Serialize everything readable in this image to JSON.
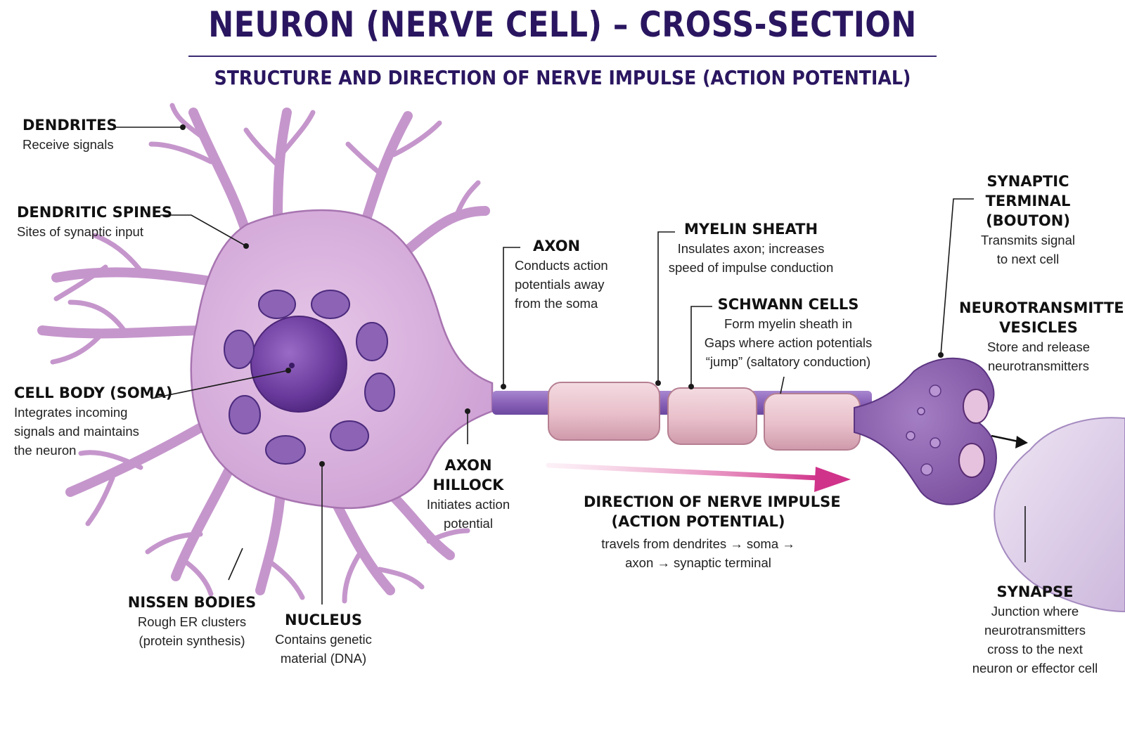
{
  "header": {
    "title": "NEURON (NERVE CELL) – CROSS-SECTION",
    "subtitle": "STRUCTURE AND DIRECTION OF NERVE IMPULSE (ACTION POTENTIAL)"
  },
  "labels": {
    "dendrites": {
      "title": "DENDRITES",
      "desc": [
        "Receive signals"
      ]
    },
    "dendritic_spines": {
      "title": "DENDRITIC SPINES",
      "desc": [
        "Sites of synaptic input"
      ]
    },
    "cell_body": {
      "title": "CELL BODY (SOMA)",
      "desc": [
        "Integrates incoming",
        "signals and maintains",
        "the neuron"
      ]
    },
    "nissl_bodies": {
      "title": "NISSEN BODIES",
      "desc": [
        "Rough ER clusters",
        "(protein synthesis)"
      ]
    },
    "nucleus": {
      "title": "NUCLEUS",
      "desc": [
        "Contains genetic",
        "material (DNA)"
      ]
    },
    "axon": {
      "title": "AXON",
      "desc": [
        "Conducts action",
        "potentials away",
        "from the soma"
      ]
    },
    "axon_hillock": {
      "title": [
        "AXON",
        "HILLOCK"
      ],
      "desc": [
        "Initiates action",
        "potential"
      ]
    },
    "myelin_sheath": {
      "title": "MYELIN SHEATH",
      "desc": [
        "Insulates axon; increases",
        "speed of impulse conduction"
      ]
    },
    "schwann_cells": {
      "title": "SCHWANN CELLS",
      "desc": [
        "Form myelin sheath in",
        "Gaps where action potentials",
        "“jump” (saltatory conduction)"
      ]
    },
    "synaptic_terminal": {
      "title": [
        "SYNAPTIC",
        "TERMINAL",
        "(BOUTON)"
      ],
      "desc": [
        "Transmits signal",
        "to next cell"
      ]
    },
    "vesicles": {
      "title": [
        "NEUROTRANSMITTER",
        "VESICLES"
      ],
      "desc": [
        "Store and release",
        "neurotransmitters"
      ]
    },
    "direction": {
      "title": [
        "DIRECTION OF NERVE IMPULSE",
        "(ACTION POTENTIAL)"
      ],
      "desc": [
        "travels from dendrites → soma →",
        "axon → synaptic terminal"
      ]
    },
    "synapse": {
      "title": "SYNAPSE",
      "desc": [
        "Junction where",
        "neurotransmitters",
        "cross to the next",
        "neuron or effector cell"
      ]
    }
  },
  "colors": {
    "title": "#2a1660",
    "cell_fill": "#d9b3dc",
    "cell_stroke": "#a774b0",
    "nucleus": "#6a3a9c",
    "nissl": "#5c3a8e",
    "axon": "#8a63b8",
    "myelin": "#ecc5cf",
    "terminal": "#8b5eab",
    "impulse_arrow": "#d0338a"
  }
}
